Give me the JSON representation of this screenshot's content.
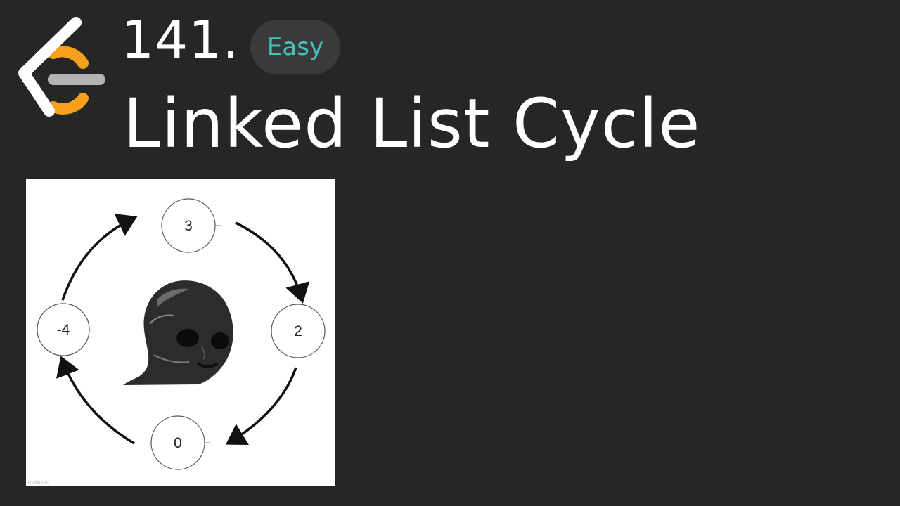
{
  "header": {
    "problem_number": "141.",
    "difficulty": "Easy",
    "title": "Linked List Cycle"
  },
  "colors": {
    "background": "#262626",
    "easy_badge_text": "#45c2bd",
    "easy_badge_bg": "#3a3a3a",
    "logo_orange": "#f89f1b",
    "logo_white": "#ffffff",
    "logo_gray": "#b3b3b3"
  },
  "diagram": {
    "nodes": [
      {
        "label": "3"
      },
      {
        "label": "2"
      },
      {
        "label": "0"
      },
      {
        "label": "-4"
      }
    ],
    "watermark": "imgflip.com"
  }
}
